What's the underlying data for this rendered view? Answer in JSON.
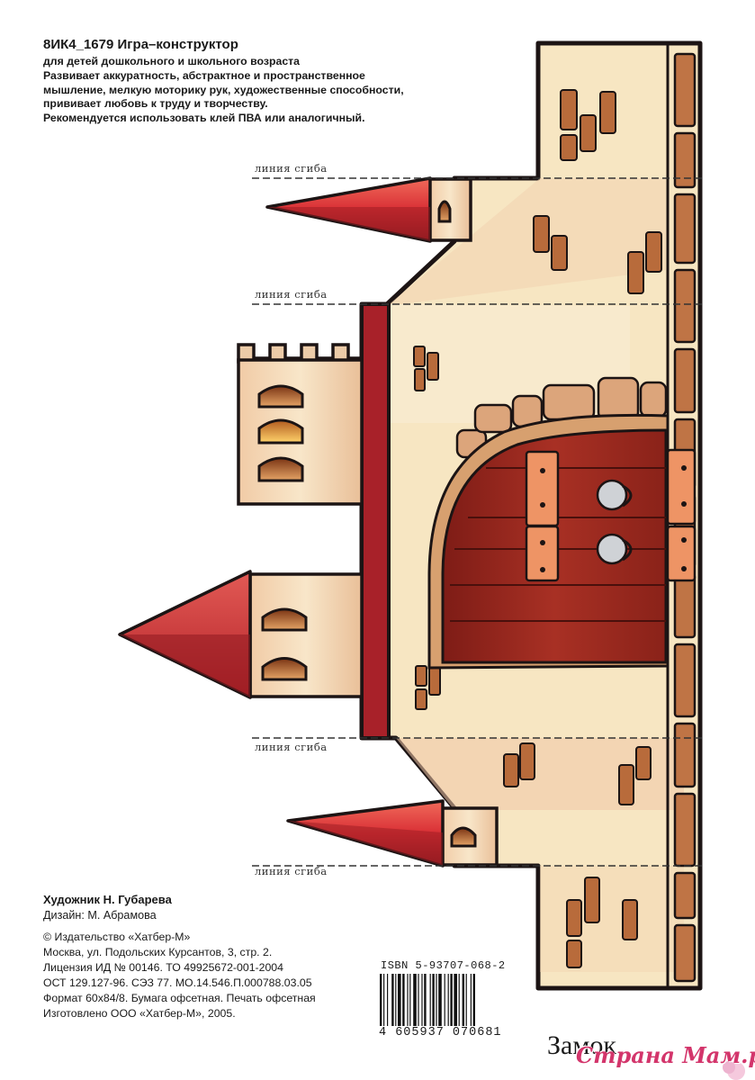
{
  "intro": {
    "title": "8ИК4_1679  Игра–конструктор",
    "lines": [
      "для детей дошкольного и школьного возраста",
      "Развивает аккуратность, абстрактное и пространственное",
      "мышление, мелкую моторику рук, художественные способности,",
      "прививает любовь к труду и творчеству.",
      "Рекомендуется использовать клей ПВА или аналогичный."
    ]
  },
  "fold_labels": [
    "линия сгиба",
    "линия сгиба",
    "линия сгиба",
    "линия сгиба"
  ],
  "credits": {
    "artist": "Художник Н. Губарева",
    "design": "Дизайн: М. Абрамова"
  },
  "publisher": {
    "lines": [
      "© Издательство «Хатбер-М»",
      "Москва, ул. Подольских Курсантов, 3, стр. 2.",
      "Лицензия ИД № 00146. ТО 49925672-001-2004",
      "ОСТ 129.127-96. СЭЗ 77. МО.14.546.П.000788.03.05",
      "Формат 60х84/8. Бумага офсетная. Печать офсетная",
      "Изготовлено ООО «Хатбер-М», 2005."
    ]
  },
  "isbn": "ISBN 5-93707-068-2",
  "barcode_digits": "4 605937 070681",
  "product_name": "Замок",
  "watermark": "Страна Мам.ру",
  "colors": {
    "wall": "#f7e6c2",
    "wall_shade": "#f0c7a5",
    "brick": "#b76a3a",
    "roof": "#d92f35",
    "roof_shade": "#951d22",
    "door": "#9b2a20",
    "stone": "#d9a47c",
    "outline": "#1c1414"
  }
}
